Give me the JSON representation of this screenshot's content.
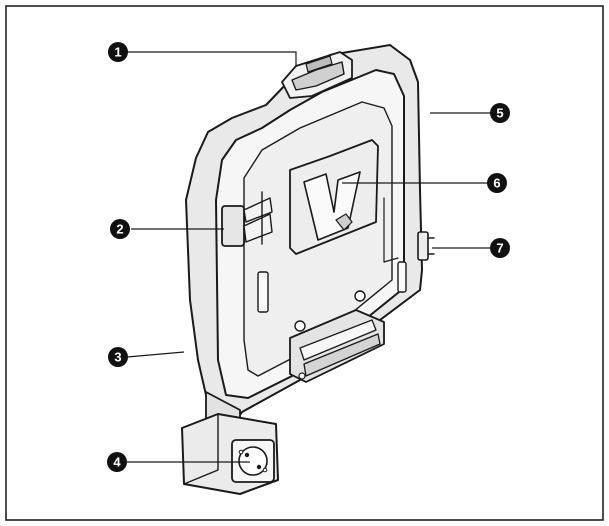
{
  "callouts": [
    {
      "id": "c1",
      "label": "1"
    },
    {
      "id": "c2",
      "label": "2"
    },
    {
      "id": "c3",
      "label": "3"
    },
    {
      "id": "c4",
      "label": "4"
    },
    {
      "id": "c5",
      "label": "5"
    },
    {
      "id": "c6",
      "label": "6"
    },
    {
      "id": "c7",
      "label": "7"
    }
  ],
  "colors": {
    "frame": "#222222",
    "device_fill": "#f3f3f3",
    "device_stroke": "#1a1a1a",
    "shadow": "#d6d6d6",
    "callout_fill": "#111111"
  }
}
